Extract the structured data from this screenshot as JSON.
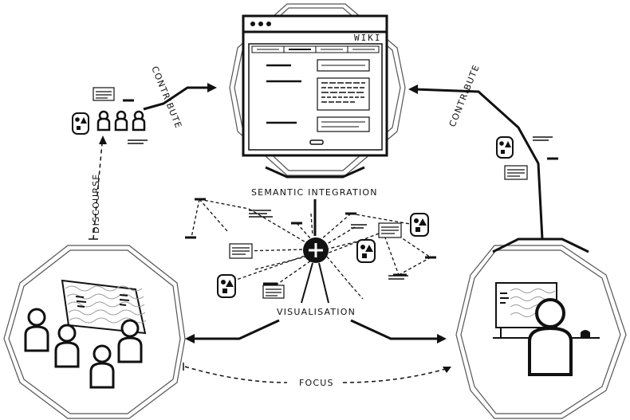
{
  "diagram": {
    "wiki_title": "WIKI",
    "labels": {
      "semantic_integration": "SEMANTIC INTEGRATION",
      "visualisation": "VISUALISATION",
      "focus": "FOCUS",
      "discourse": "DISCOURSE",
      "contribute_left": "CONTRIBUTE",
      "contribute_right": "CONTRIBUTE"
    },
    "colors": {
      "ink": "#111111",
      "paper": "#ffffff"
    }
  }
}
